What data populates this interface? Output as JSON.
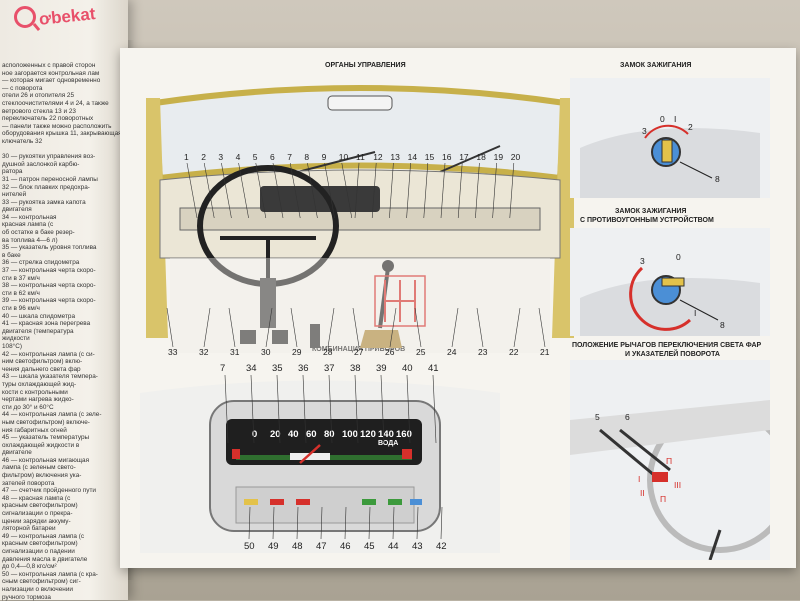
{
  "logo": {
    "text": "ơbekat"
  },
  "left_column": {
    "lines": [
      "асположенных с правой сторон",
      "ное загорается контрольная лам",
      "— которая мигает одновременно",
      "— с поворота",
      "отели 26 и отопителя 25",
      "стеклоочистителями 4 и 24, а также",
      "ветрового стекла 13 и 23",
      "переключатель 22 поворотных",
      "— панели также можно расположить",
      "оборудования крышка 11, закрывающая",
      "ключатель 32",
      "",
      "30 — рукоятки управления воз-",
      "душной заслонкой карбю-",
      "ратора",
      "31 — патрон переносной лампы",
      "32 — блок плавких предохра-",
      "нителей",
      "33 — рукоятка замка капота",
      "двигателя",
      "34 — контрольная",
      "красная лампа (с",
      "об остатке в баке резер-",
      "ва топлива 4—6 л)",
      "35 — указатель уровня топлива",
      "в баке",
      "36 — стрелка спидометра",
      "37 — контрольная черта скоро-",
      "сти в 37 км/ч",
      "38 — контрольная черта скоро-",
      "сти в 62 км/ч",
      "39 — контрольная черта скоро-",
      "сти в 96 км/ч",
      "40 — шкала спидометра",
      "41 — красная зона перегрева",
      "двигателя (температура",
      "жидкости",
      "108°С)",
      "42 — контрольная лампа (с си-",
      "ним светофильтром) вклю-",
      "чения дальнего света фар",
      "43 — шкала указателя темпера-",
      "туры охлаждающей жид-",
      "кости с контрольными",
      "чертами нагрева жидко-",
      "сти до 30° и 60°С",
      "44 — контрольная лампа (с зеле-",
      "ным светофильтром) включе-",
      "ния габаритных огней",
      "45 — указатель температуры",
      "охлаждающей жидкости в",
      "двигателе",
      "46 — контрольная мигающая",
      "лампа (с зеленым свето-",
      "фильтром) включения ука-",
      "зателей поворота",
      "47 — счетчик пройденного пути",
      "48 — красная лампа (с",
      "красным светофильтром)",
      "сигнализации о прекра-",
      "щении зарядки аккуму-",
      "ляторной батареи",
      "49 — контрольная лампа (с",
      "красным светофильтром)",
      "сигнализации о падении",
      "давления масла в двигателе",
      "до 0,4—0,8 кгс/см²",
      "50 — контрольная лампа (с кра-",
      "сным светофильтром) сиг-",
      "нализации о включении",
      "ручного тормоза"
    ]
  },
  "captions": {
    "controls": "ОРГАНЫ УПРАВЛЕНИЯ",
    "ignition_lock": "ЗАМОК ЗАЖИГАНИЯ",
    "ignition_antitheft_1": "ЗАМОК ЗАЖИГАНИЯ",
    "ignition_antitheft_2": "С ПРОТИВОУГОННЫМ УСТРОЙСТВОМ",
    "levers_1": "ПОЛОЖЕНИЕ РЫЧАГОВ ПЕРЕКЛЮЧЕНИЯ СВЕТА ФАР",
    "levers_2": "И УКАЗАТЕЛЕЙ ПОВОРОТА",
    "cluster": "КОМБИНАЦИЯ ПРИБОРОВ"
  },
  "callouts_top": [
    "1",
    "2",
    "3",
    "4",
    "5",
    "6",
    "7",
    "8",
    "9",
    "10",
    "11",
    "12",
    "13",
    "14",
    "15",
    "16",
    "17",
    "18",
    "19",
    "20"
  ],
  "callouts_bottom": [
    "33",
    "32",
    "31",
    "30",
    "29",
    "28",
    "27",
    "26",
    "25",
    "24",
    "23",
    "22",
    "21"
  ],
  "cluster_callouts_top": [
    "7",
    "34",
    "35",
    "36",
    "37",
    "38",
    "39",
    "40",
    "41"
  ],
  "cluster_callouts_bottom": [
    "50",
    "49",
    "48",
    "47",
    "46",
    "45",
    "44",
    "43",
    "42"
  ],
  "speed_scale": [
    "0",
    "20",
    "40",
    "60",
    "80",
    "100",
    "120",
    "140",
    "160"
  ],
  "water_label": "ВОДА",
  "key_positions": {
    "o": "0",
    "one": "I",
    "two": "2",
    "three": "3",
    "callout": "8"
  },
  "lever_labels": {
    "five": "5",
    "six": "6",
    "p1": "П",
    "p2": "П",
    "i": "I",
    "ii": "II",
    "iii": "III"
  },
  "colors": {
    "red": "#d6302b",
    "yellow": "#e3c24a",
    "green": "#3c9a3c",
    "blue": "#4b8fd6",
    "dark": "#2b2b2b"
  }
}
